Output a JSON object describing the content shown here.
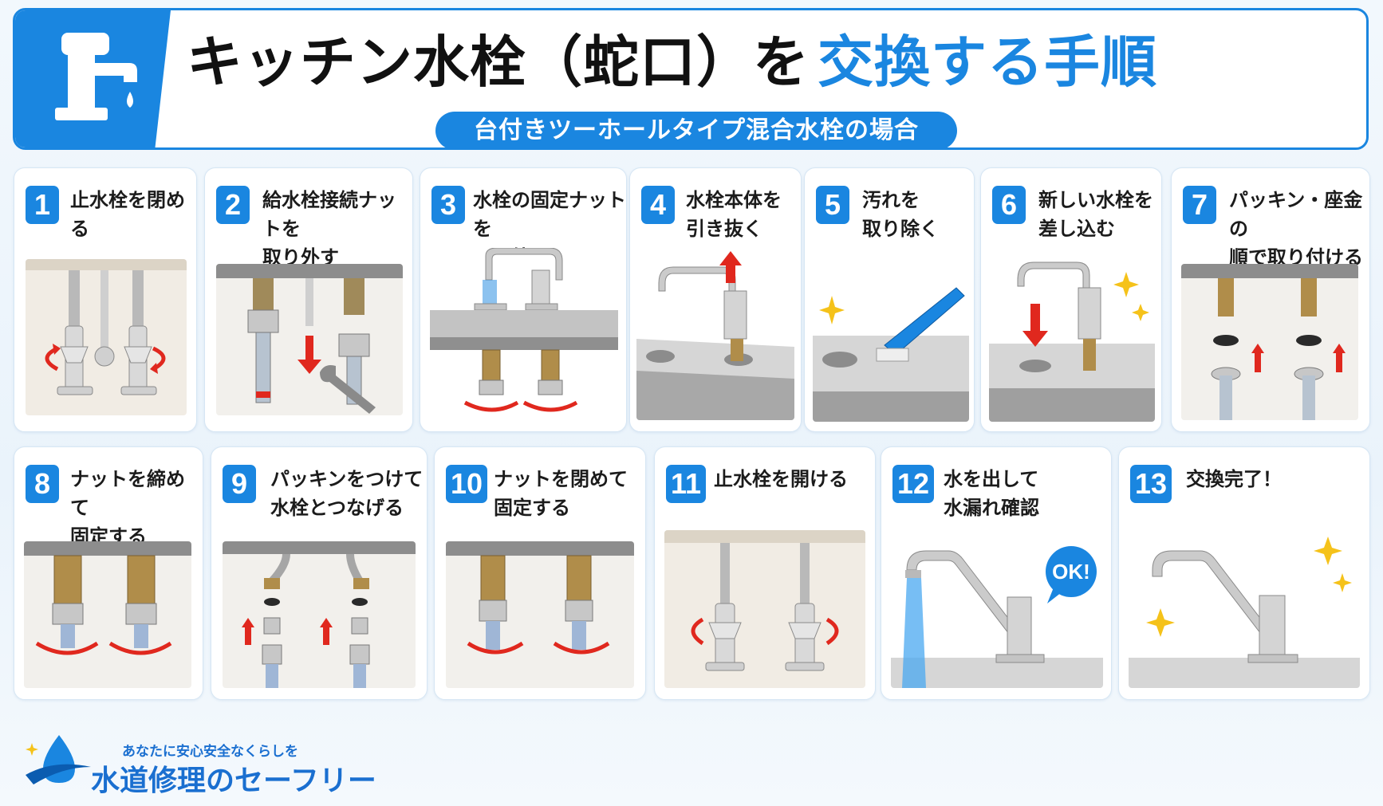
{
  "header": {
    "title_main": "キッチン水栓（蛇口）を",
    "title_accent": "交換する手順",
    "subtitle": "台付きツーホールタイプ混合水栓の場合"
  },
  "steps": [
    {
      "num": "1",
      "line1": "止水栓を閉める",
      "line2": ""
    },
    {
      "num": "2",
      "line1": "給水栓接続ナットを",
      "line2": "取り外す"
    },
    {
      "num": "3",
      "line1": "水栓の固定ナットを",
      "line2": "取り外す"
    },
    {
      "num": "4",
      "line1": "水栓本体を",
      "line2": "引き抜く"
    },
    {
      "num": "5",
      "line1": "汚れを",
      "line2": "取り除く"
    },
    {
      "num": "6",
      "line1": "新しい水栓を",
      "line2": "差し込む"
    },
    {
      "num": "7",
      "line1": "パッキン・座金の",
      "line2": "順で取り付ける"
    },
    {
      "num": "8",
      "line1": "ナットを締めて",
      "line2": "固定する"
    },
    {
      "num": "9",
      "line1": "パッキンをつけて",
      "line2": "水栓とつなげる"
    },
    {
      "num": "10",
      "line1": "ナットを閉めて",
      "line2": "固定する"
    },
    {
      "num": "11",
      "line1": "止水栓を開ける",
      "line2": ""
    },
    {
      "num": "12",
      "line1": "水を出して",
      "line2": "水漏れ確認"
    },
    {
      "num": "13",
      "line1": "交換完了！",
      "line2": ""
    }
  ],
  "ok_bubble": "OK!",
  "logo": {
    "tagline": "あなたに安心安全なくらしを",
    "name": "水道修理のセーフリー"
  },
  "icons": [
    "faucet-icon",
    "valve-icon",
    "wrench-icon",
    "arrow-up-icon",
    "arrow-down-icon",
    "rotate-arrow-icon",
    "brush-icon",
    "sparkle-icon",
    "water-drop-logo-icon"
  ],
  "colors": {
    "accent": "#1a86e0",
    "arrow": "#e0281e",
    "sparkle": "#f5c21a"
  }
}
